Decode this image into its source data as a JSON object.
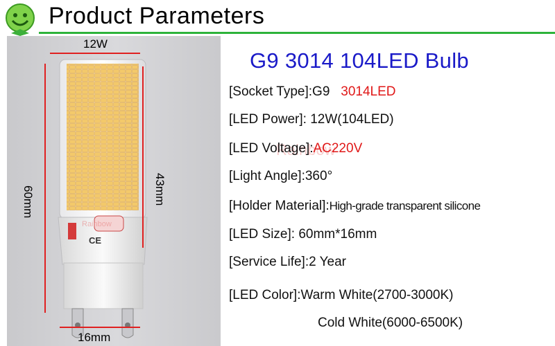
{
  "header": {
    "title": "Product Parameters"
  },
  "dimensions": {
    "top_width": "12W",
    "height": "60mm",
    "body_height": "43mm",
    "bottom_width": "16mm"
  },
  "bulb": {
    "marking": "CE",
    "watermark": "Rainbow"
  },
  "spec": {
    "title": "G9  3014 104LED Bulb",
    "socket_label": "[Socket Type]:G9",
    "socket_extra": "3014LED",
    "power": "[LED  Power]: 12W(104LED)",
    "voltage_label": "[LED  Voltage]:",
    "voltage_value": "AC220V",
    "angle": "[Light   Angle]:360°",
    "holder_label": "[Holder Material]:",
    "holder_value": "High-grade transparent silicone",
    "size": "[LED Size]: 60mm*16mm",
    "life": "[Service Life]:2 Year",
    "color_warm": "[LED Color]:Warm White(2700-3000K)",
    "color_cold": "Cold  White(6000-6500K)",
    "watermark": "Rainbow"
  },
  "colors": {
    "accent_green": "#2db33a",
    "title_blue": "#1a1ac8",
    "highlight_red": "#e01818",
    "led_yellow": "#f3c96a"
  }
}
